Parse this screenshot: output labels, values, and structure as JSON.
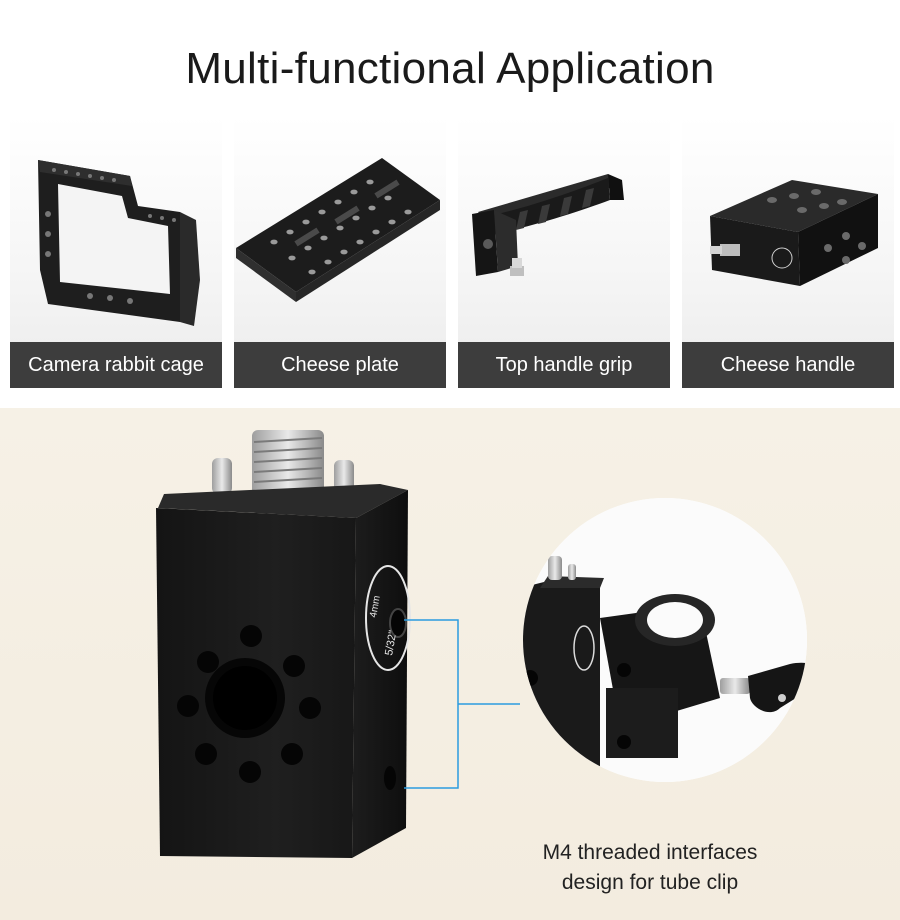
{
  "title": "Multi-functional Application",
  "applications": [
    {
      "label": "Camera rabbit cage",
      "icon": "camera-cage-icon"
    },
    {
      "label": "Cheese plate",
      "icon": "cheese-plate-icon"
    },
    {
      "label": "Top handle grip",
      "icon": "top-handle-icon"
    },
    {
      "label": "Cheese handle",
      "icon": "cheese-handle-icon"
    }
  ],
  "detail": {
    "caption_line1": "M4 threaded interfaces",
    "caption_line2": "design for tube clip",
    "engraving_size_4mm": "4mm",
    "engraving_size_5_32": "5/32\""
  },
  "colors": {
    "label_bar": "#3d3d3d",
    "detail_background": "#f3ecdf",
    "callout_line": "#2b9be0",
    "metal_black": "#1b1b1b"
  }
}
